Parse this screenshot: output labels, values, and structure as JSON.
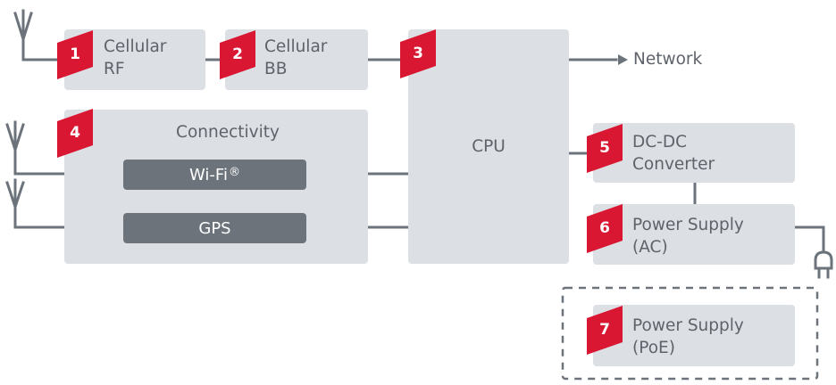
{
  "blocks": {
    "cellular_rf": {
      "badge": "1",
      "label": "Cellular\nRF"
    },
    "cellular_bb": {
      "badge": "2",
      "label": "Cellular\nBB"
    },
    "cpu": {
      "badge": "3",
      "label": "CPU"
    },
    "connectivity": {
      "badge": "4",
      "label": "Connectivity",
      "wifi_label": "Wi-Fi",
      "wifi_mark": "®",
      "gps_label": "GPS"
    },
    "dcdc": {
      "badge": "5",
      "label": "DC-DC\nConverter"
    },
    "psu_ac": {
      "badge": "6",
      "label": "Power Supply\n(AC)"
    },
    "psu_poe": {
      "badge": "7",
      "label": "Power Supply\n(PoE)"
    }
  },
  "network_label": "Network",
  "colors": {
    "box": "#dcdfe3",
    "chip": "#6c737b",
    "badge": "#d91732",
    "line": "#6c737b",
    "text": "#5e636b"
  }
}
